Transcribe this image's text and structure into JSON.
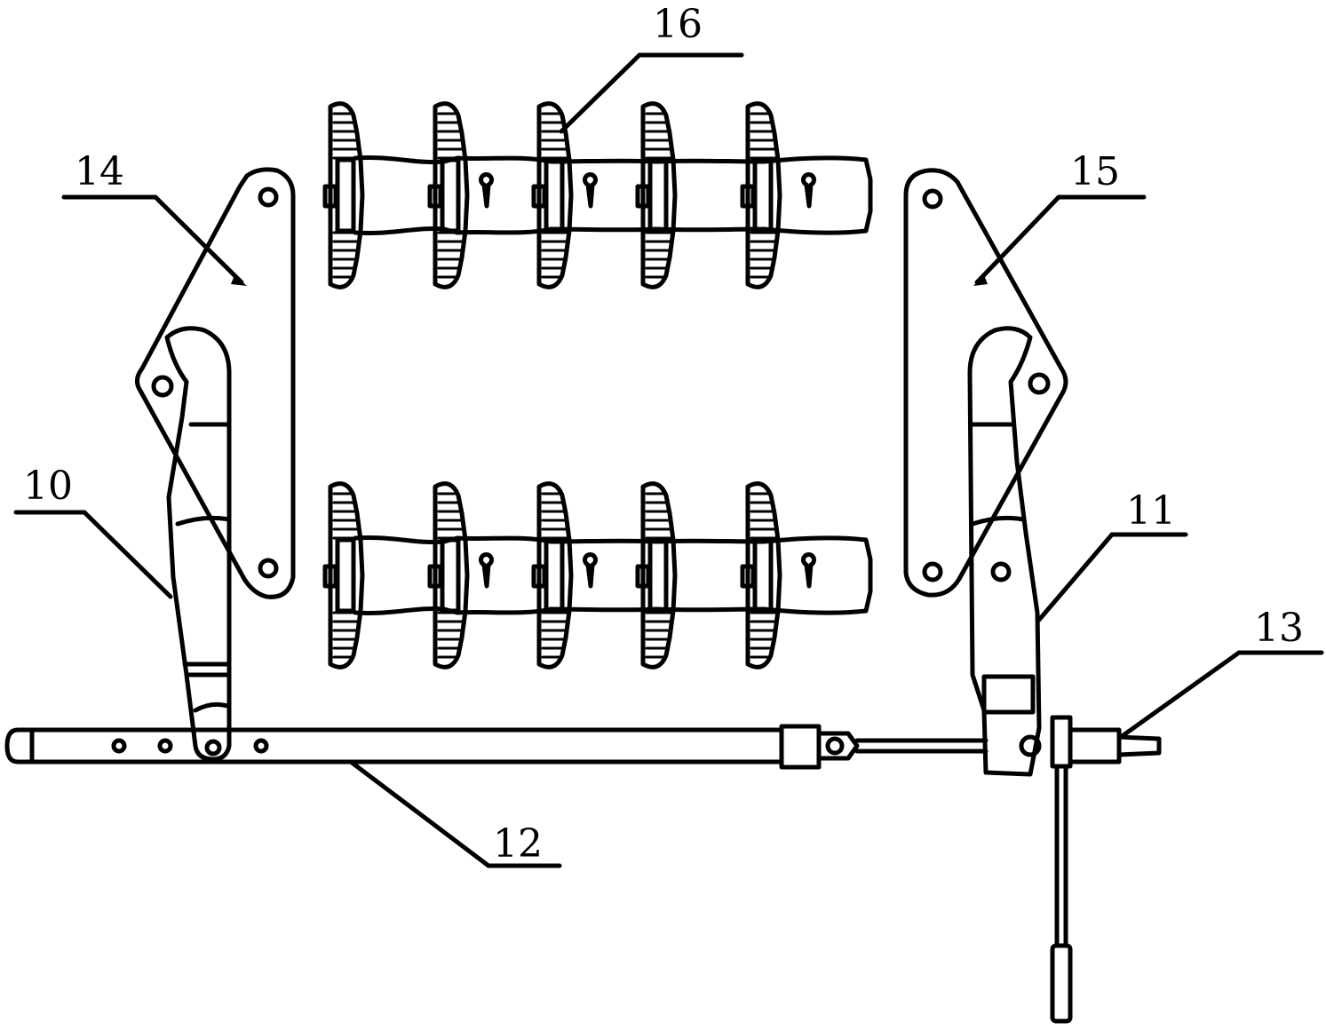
{
  "labels": {
    "l10": "10",
    "l11": "11",
    "l12": "12",
    "l13": "13",
    "l14": "14",
    "l15": "15",
    "l16": "16"
  }
}
